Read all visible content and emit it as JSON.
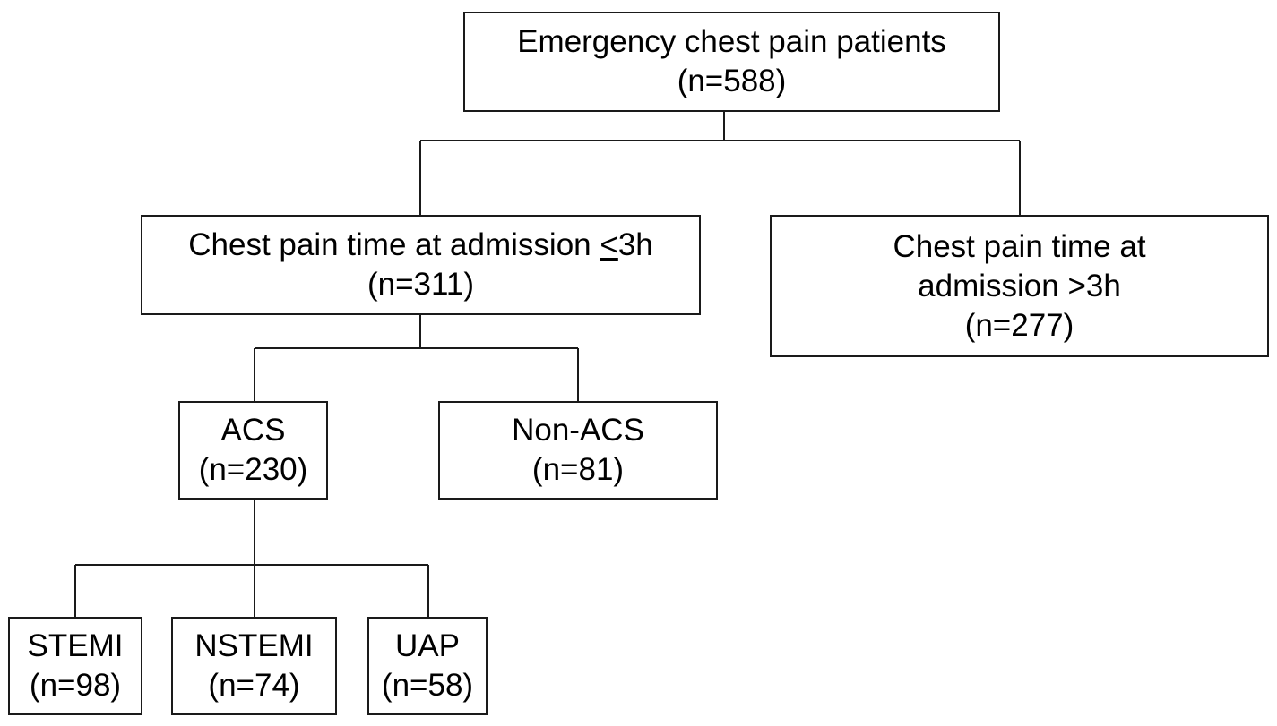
{
  "diagram": {
    "root": {
      "title": "Emergency chest pain patients",
      "count": "(n=588)"
    },
    "le3h": {
      "title_prefix": "Chest pain time at admission ",
      "title_symbol": "<",
      "title_suffix": "3h",
      "count": "(n=311)"
    },
    "gt3h": {
      "title_line1": "Chest pain time at",
      "title_line2": "admission >3h",
      "count": "(n=277)"
    },
    "acs": {
      "title": "ACS",
      "count": "(n=230)"
    },
    "non_acs": {
      "title": "Non-ACS",
      "count": "(n=81)"
    },
    "stemi": {
      "title": "STEMI",
      "count": "(n=98)"
    },
    "nstemi": {
      "title": "NSTEMI",
      "count": "(n=74)"
    },
    "uap": {
      "title": "UAP",
      "count": "(n=58)"
    }
  },
  "colors": {
    "stroke": "#1a1a1a",
    "background": "#ffffff",
    "text": "#000000"
  }
}
